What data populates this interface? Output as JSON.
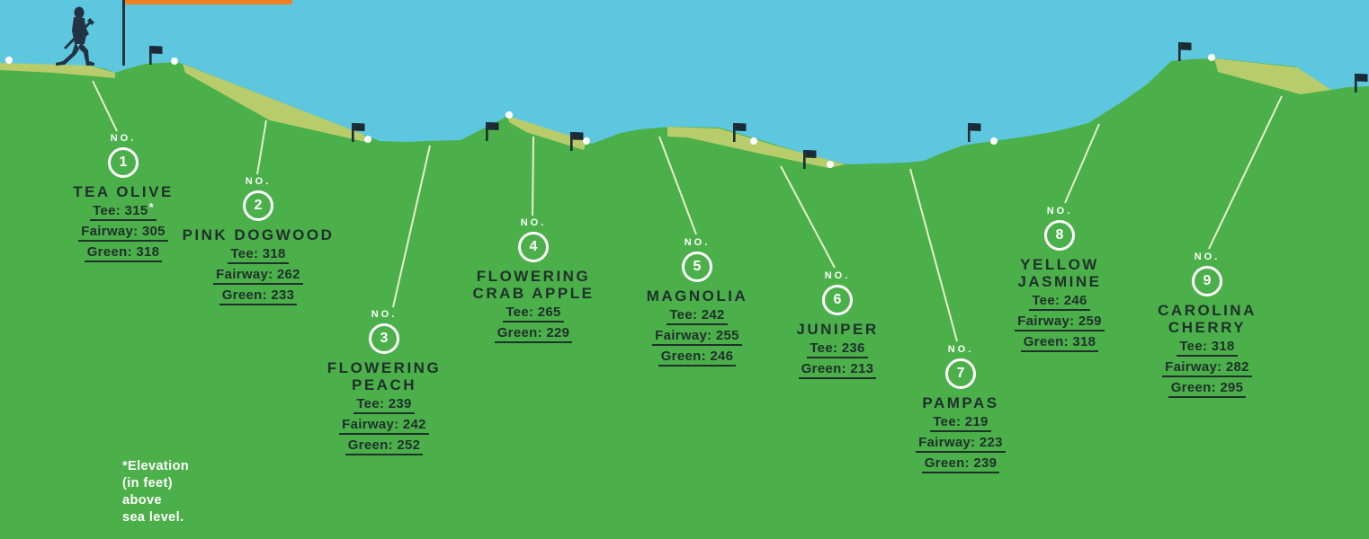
{
  "labels": {
    "no": "NO."
  },
  "holes": [
    {
      "number": "1",
      "name": "TEA OLIVE",
      "stats": [
        {
          "label": "Tee:",
          "value": "315",
          "note": "*"
        },
        {
          "label": "Fairway:",
          "value": "305"
        },
        {
          "label": "Green:",
          "value": "318"
        }
      ]
    },
    {
      "number": "2",
      "name": "PINK DOGWOOD",
      "stats": [
        {
          "label": "Tee:",
          "value": "318"
        },
        {
          "label": "Fairway:",
          "value": "262"
        },
        {
          "label": "Green:",
          "value": "233"
        }
      ]
    },
    {
      "number": "3",
      "name": "FLOWERING PEACH",
      "stats": [
        {
          "label": "Tee:",
          "value": "239"
        },
        {
          "label": "Fairway:",
          "value": "242"
        },
        {
          "label": "Green:",
          "value": "252"
        }
      ]
    },
    {
      "number": "4",
      "name": "FLOWERING CRAB APPLE",
      "stats": [
        {
          "label": "Tee:",
          "value": "265"
        },
        {
          "label": "Green:",
          "value": "229"
        }
      ]
    },
    {
      "number": "5",
      "name": "MAGNOLIA",
      "stats": [
        {
          "label": "Tee:",
          "value": "242"
        },
        {
          "label": "Fairway:",
          "value": "255"
        },
        {
          "label": "Green:",
          "value": "246"
        }
      ]
    },
    {
      "number": "6",
      "name": "JUNIPER",
      "stats": [
        {
          "label": "Tee:",
          "value": "236"
        },
        {
          "label": "Green:",
          "value": "213"
        }
      ]
    },
    {
      "number": "7",
      "name": "PAMPAS",
      "stats": [
        {
          "label": "Tee:",
          "value": "219"
        },
        {
          "label": "Fairway:",
          "value": "223"
        },
        {
          "label": "Green:",
          "value": "239"
        }
      ]
    },
    {
      "number": "8",
      "name": "YELLOW JASMINE",
      "stats": [
        {
          "label": "Tee:",
          "value": "246"
        },
        {
          "label": "Fairway:",
          "value": "259"
        },
        {
          "label": "Green:",
          "value": "318"
        }
      ]
    },
    {
      "number": "9",
      "name": "CAROLINA CHERRY",
      "stats": [
        {
          "label": "Tee:",
          "value": "318"
        },
        {
          "label": "Fairway:",
          "value": "282"
        },
        {
          "label": "Green:",
          "value": "295"
        }
      ]
    }
  ],
  "footnote": {
    "lines": [
      "*Elevation",
      "(in feet)",
      "above",
      "sea level."
    ]
  },
  "colors": {
    "sky": "#5ec7e0",
    "grass": "#4bb04a",
    "fairway_band": "#b8cc6b",
    "ink": "#20302c",
    "white": "#ffffff",
    "leader_line": "#e9edcb",
    "banner_orange": "#f08122",
    "silhouette_navy": "#223344"
  },
  "chart_data": {
    "type": "area",
    "title": "Golf course front-nine elevation profile",
    "ylabel": "Elevation (feet above sea level)",
    "units": "feet above sea level",
    "categories": [
      "Tea Olive",
      "Pink Dogwood",
      "Flowering Peach",
      "Flowering Crab Apple",
      "Magnolia",
      "Juniper",
      "Pampas",
      "Yellow Jasmine",
      "Carolina Cherry"
    ],
    "series": [
      {
        "name": "Tee",
        "values": [
          315,
          318,
          239,
          265,
          242,
          236,
          219,
          246,
          318
        ]
      },
      {
        "name": "Fairway",
        "values": [
          305,
          262,
          242,
          null,
          255,
          null,
          223,
          259,
          282
        ]
      },
      {
        "name": "Green",
        "values": [
          318,
          233,
          252,
          229,
          246,
          213,
          239,
          318,
          295
        ]
      }
    ],
    "legend_position": "none",
    "grid": false,
    "footnote": "*Elevation (in feet) above sea level."
  }
}
